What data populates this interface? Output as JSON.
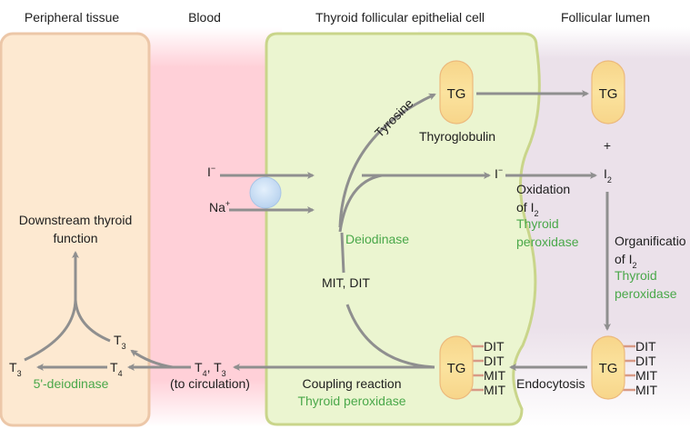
{
  "headers": {
    "peripheral": "Peripheral tissue",
    "blood": "Blood",
    "cell": "Thyroid follicular epithelial cell",
    "lumen": "Follicular lumen"
  },
  "colors": {
    "peripheral_fill": "#fde9d1",
    "peripheral_border": "#ecc7a8",
    "blood_fill": "#ffd0d8",
    "cell_fill": "#ebf5d0",
    "cell_border": "#c9d58a",
    "lumen_fill": "#ebe1ea",
    "tg_fill": "#f8dc8e",
    "tg_border": "#ecb97c",
    "arrow": "#8f8f8f",
    "enzyme_text": "#4aa84a",
    "residue_line": "#d89a86",
    "transporter": "#c6dcf4"
  },
  "transport": {
    "iodide": "I",
    "iodide_sup": "−",
    "sodium": "Na",
    "sodium_sup": "+"
  },
  "cell": {
    "tyrosine": "Tyrosine",
    "tg_label": "TG",
    "thyroglobulin": "Thyroglobulin",
    "iodide_out": "I",
    "iodide_out_sup": "−",
    "oxidation_line1": "Oxidation",
    "oxidation_line2": "of I",
    "oxidation_sub": "2",
    "oxidation_enzyme_1": "Thyroid",
    "oxidation_enzyme_2": "peroxidase",
    "deiodinase": "Deiodinase",
    "mit_dit": "MIT, DIT",
    "tg_bottom": "TG",
    "residues": [
      "DIT",
      "DIT",
      "MIT",
      "MIT"
    ],
    "coupling": "Coupling reaction",
    "coupling_enzyme": "Thyroid peroxidase"
  },
  "lumen": {
    "tg_top": "TG",
    "plus": "+",
    "i2": "I",
    "i2_sub": "2",
    "organification_line1": "Organificatio",
    "organification_line2": "of I",
    "organification_sub": "2",
    "organification_enzyme_1": "Thyroid",
    "organification_enzyme_2": "peroxidase",
    "tg_bottom": "TG",
    "residues": [
      "DIT",
      "DIT",
      "MIT",
      "MIT"
    ],
    "endocytosis": "Endocytosis"
  },
  "blood": {
    "t4": "T",
    "t4_sub": "4",
    "comma": ", ",
    "t3": "T",
    "t3_sub": "3",
    "to_circulation": "(to circulation)"
  },
  "peripheral": {
    "downstream_1": "Downstream thyroid",
    "downstream_2": "function",
    "t3_left": "T",
    "t3_left_sub": "3",
    "t4": "T",
    "t4_sub": "4",
    "t3_right": "T",
    "t3_right_sub": "3",
    "deiodinase": "5'-deiodinase"
  }
}
